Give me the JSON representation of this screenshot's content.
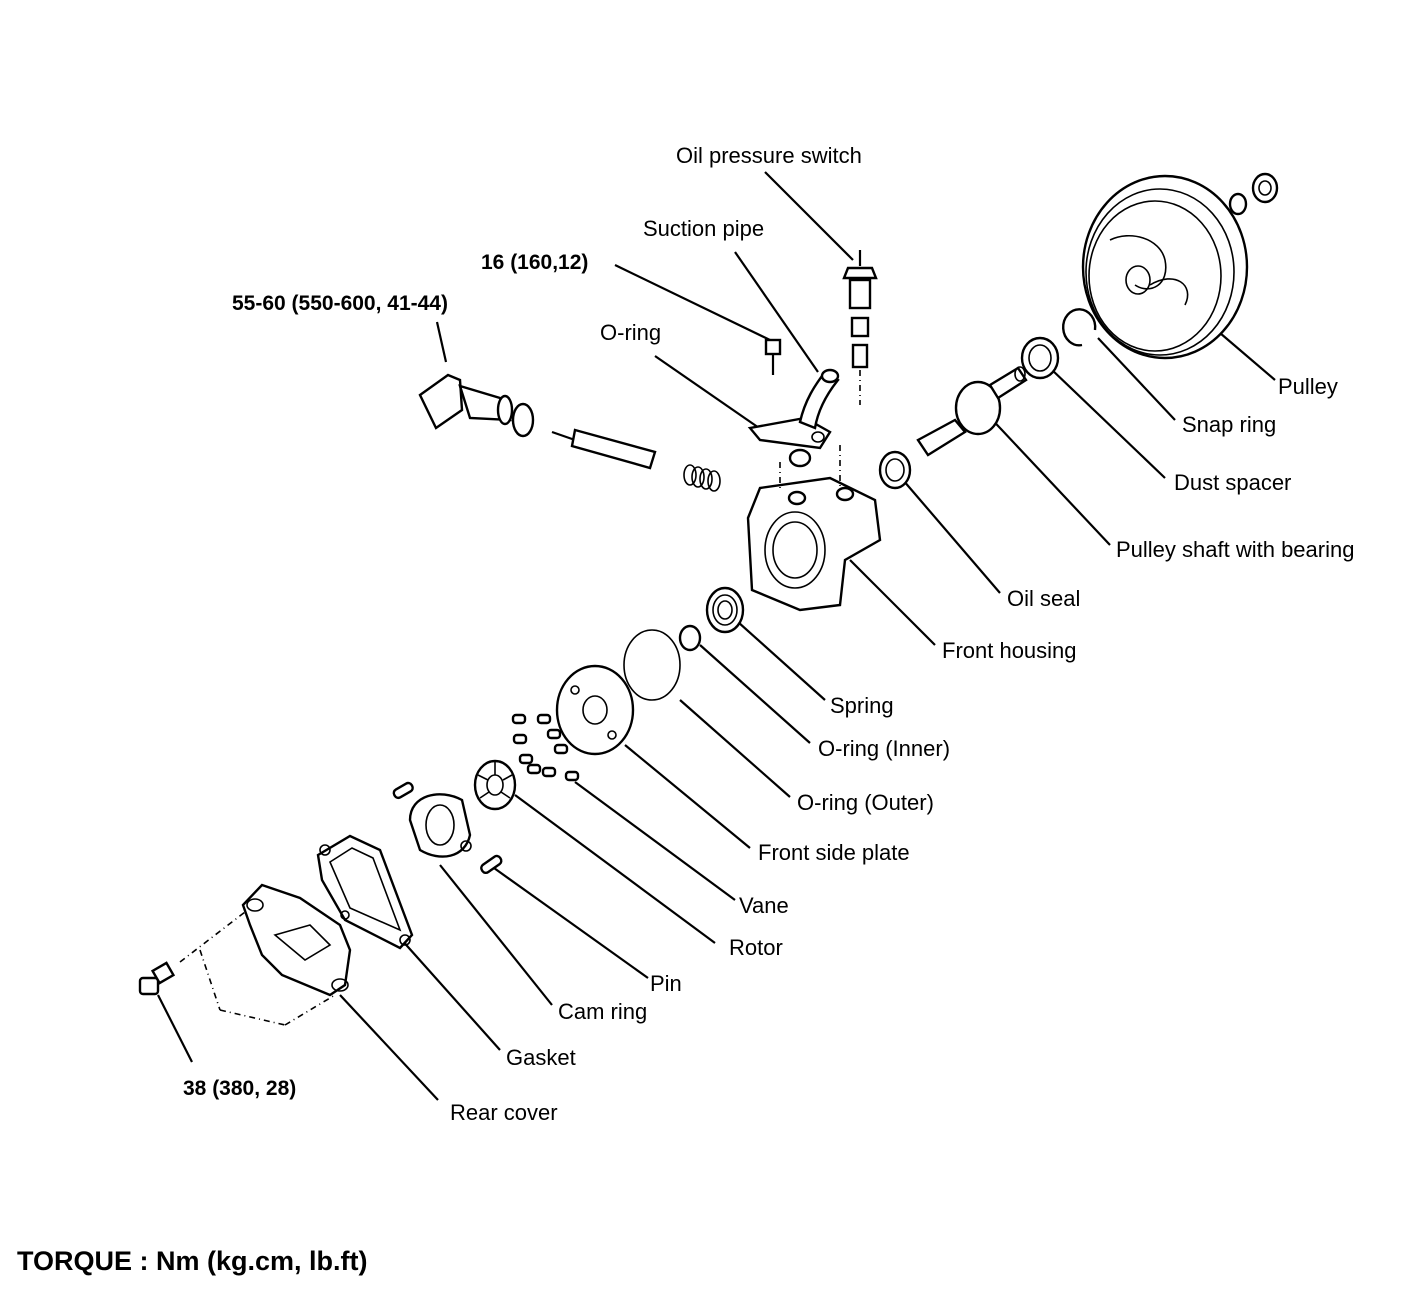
{
  "labels": {
    "oil_pressure_switch": "Oil pressure switch",
    "suction_pipe": "Suction pipe",
    "torque_16": "16 (160,12)",
    "torque_55_60": "55-60 (550-600, 41-44)",
    "o_ring": "O-ring",
    "pulley": "Pulley",
    "snap_ring": "Snap ring",
    "dust_spacer": "Dust spacer",
    "pulley_shaft": "Pulley shaft with bearing",
    "oil_seal": "Oil seal",
    "front_housing": "Front housing",
    "spring": "Spring",
    "o_ring_inner": "O-ring (Inner)",
    "o_ring_outer": "O-ring (Outer)",
    "front_side_plate": "Front side plate",
    "vane": "Vane",
    "rotor": "Rotor",
    "pin": "Pin",
    "cam_ring": "Cam ring",
    "gasket": "Gasket",
    "torque_38": "38 (380, 28)",
    "rear_cover": "Rear cover"
  },
  "footer": "TORQUE : Nm (kg.cm, lb.ft)"
}
